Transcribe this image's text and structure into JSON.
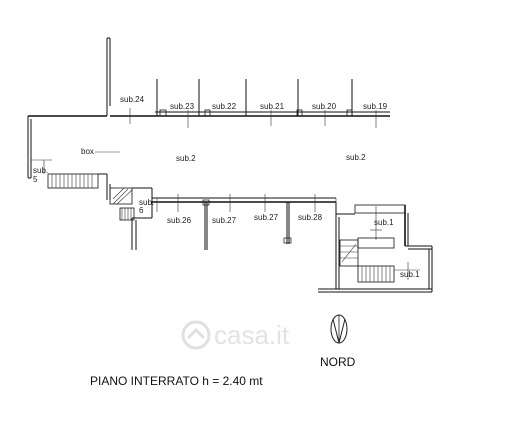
{
  "labels": {
    "sub24": "sub.24",
    "sub23": "sub.23",
    "sub22": "sub.22",
    "sub21": "sub.21",
    "sub20": "sub.20",
    "sub19": "sub.19",
    "box": "box",
    "sub2_left": "sub.2",
    "sub2_right": "sub.2",
    "sub5_a": "sub.",
    "sub5_b": "5",
    "sub6_a": "sub.",
    "sub6_b": "6",
    "sub26": "sub.26",
    "sub27_a": "sub.27",
    "sub27_b": "sub.27",
    "sub28": "sub.28",
    "sub1_top": "sub.1",
    "sub1_bottom": "sub.1"
  },
  "compass": {
    "label": "NORD",
    "icon": "north-arrow-icon"
  },
  "caption": "PIANO INTERRATO h = 2.40 mt",
  "watermark": {
    "text": "casa.it",
    "icon": "casa-logo-icon"
  }
}
